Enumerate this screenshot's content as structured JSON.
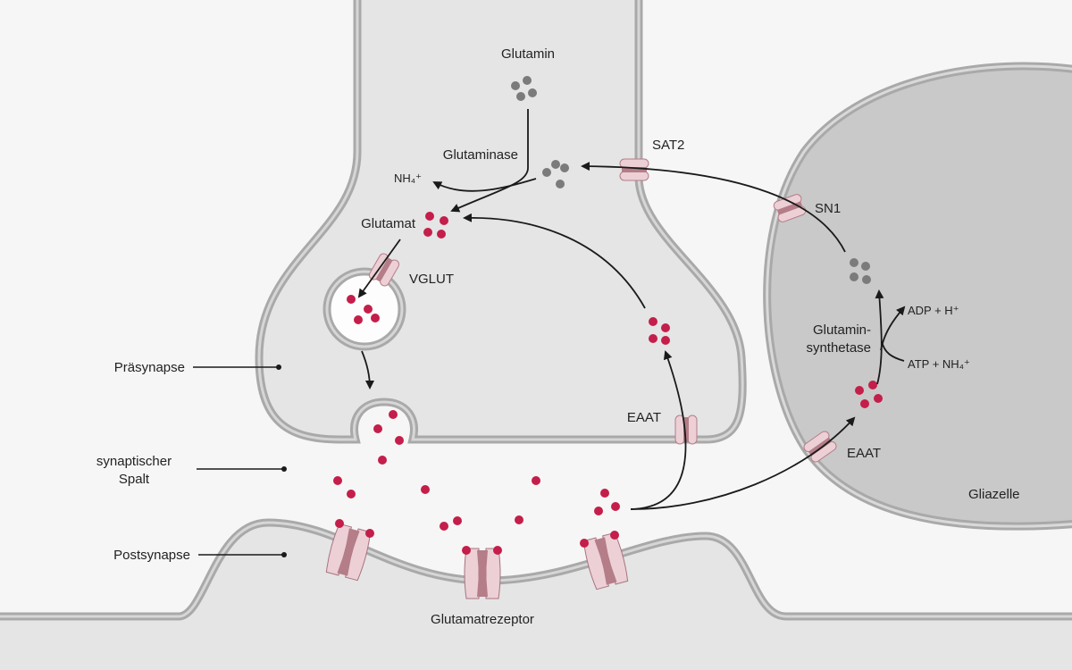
{
  "colors": {
    "background": "#f6f6f6",
    "cell": "#e5e5e5",
    "glia": "#c9c9c9",
    "membrane": "#a9a9a9",
    "glutamate": "#c41e4a",
    "glutamine": "#7b7b7b",
    "transporter_light": "#ecd0d6",
    "transporter_dark": "#b47d88"
  },
  "labels": {
    "glutamin": "Glutamin",
    "glutaminase": "Glutaminase",
    "nh4": "NH₄⁺",
    "glutamat": "Glutamat",
    "vglut": "VGLUT",
    "sat2": "SAT2",
    "sn1": "SN1",
    "glutamin_synthetase_1": "Glutamin-",
    "glutamin_synthetase_2": "synthetase",
    "adp": "ADP + H⁺",
    "atp": "ATP + NH₄⁺",
    "eaat_pre": "EAAT",
    "eaat_glia": "EAAT",
    "gliazelle": "Gliazelle",
    "praesynapse": "Präsynapse",
    "spalt_1": "synaptischer",
    "spalt_2": "Spalt",
    "postsynapse": "Postsynapse",
    "glutamatrezeptor": "Glutamatrezeptor"
  }
}
